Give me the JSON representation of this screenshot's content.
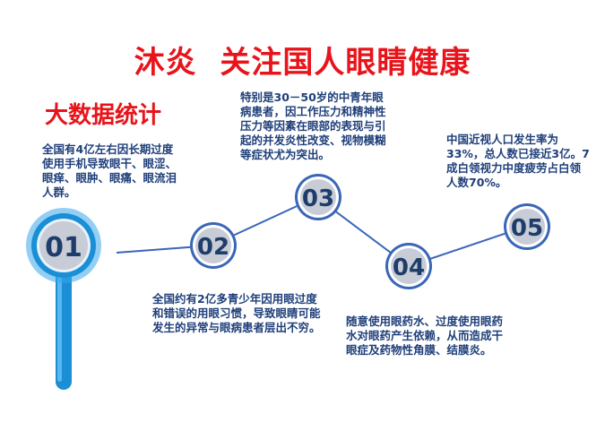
{
  "title": "沐炎  关注国人眼睛健康",
  "subtitle": "大数据统计",
  "colors": {
    "title": "#e8141b",
    "accent_blue": "#1a8fd6",
    "line_blue": "#3a66b8",
    "node_fill": "#c7ccd6",
    "text_navy": "#1f3f7a"
  },
  "nodes": [
    {
      "label": "01",
      "text": "全国有4亿左右因长期过度使用手机导致眼干、眼涩、眼痒、眼肿、眼痛、眼流泪人群。"
    },
    {
      "label": "02",
      "text": "全国约有2亿多青少年因用眼过度和错误的用眼习惯，导致眼睛可能发生的异常与眼病患者层出不穷。"
    },
    {
      "label": "03",
      "text": "特别是30－50岁的中青年眼病患者，因工作压力和精神性压力等因素在眼部的表现与引起的并发炎性改变、视物模糊等症状尤为突出。"
    },
    {
      "label": "04",
      "text": "随意使用眼药水、过度使用眼药水对眼药产生依赖，从而造成干眼症及药物性角膜、结膜炎。"
    },
    {
      "label": "05",
      "text": "中国近视人口发生率为33%，总人数已接近3亿。7成白领视力中度疲劳占白领人数70%。"
    }
  ],
  "icons": {
    "magnifier": "magnifier-icon"
  }
}
